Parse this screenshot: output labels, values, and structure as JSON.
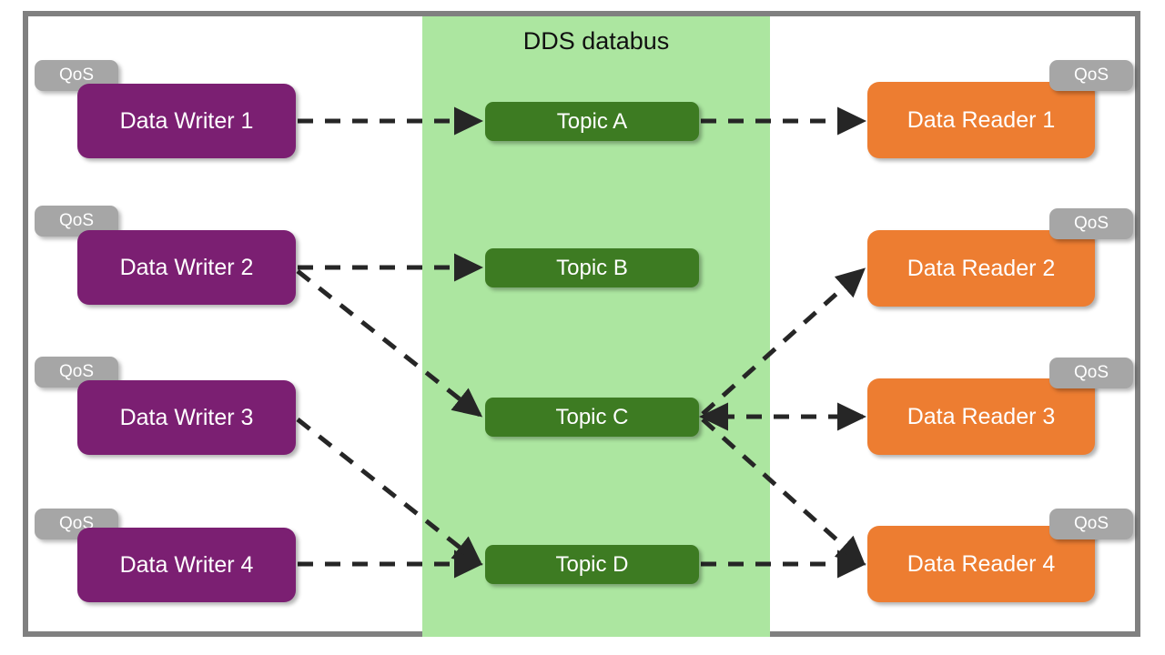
{
  "diagram": {
    "title": "DDS databus",
    "band_color": "#ACE6A0",
    "frame_color": "#808080",
    "writer_color": "#7B1F72",
    "topic_color": "#3D7B22",
    "reader_color": "#ED7D31",
    "qos_color": "#A6A6A6",
    "connector_color": "#262626"
  },
  "qos_label": "QoS",
  "writers": [
    {
      "label": "Data Writer 1",
      "qos": "QoS"
    },
    {
      "label": "Data Writer 2",
      "qos": "QoS"
    },
    {
      "label": "Data Writer 3",
      "qos": "QoS"
    },
    {
      "label": "Data Writer 4",
      "qos": "QoS"
    }
  ],
  "topics": [
    {
      "label": "Topic A"
    },
    {
      "label": "Topic B"
    },
    {
      "label": "Topic C"
    },
    {
      "label": "Topic D"
    }
  ],
  "readers": [
    {
      "label": "Data Reader 1",
      "qos": "QoS"
    },
    {
      "label": "Data Reader 2",
      "qos": "QoS"
    },
    {
      "label": "Data Reader 3",
      "qos": "QoS"
    },
    {
      "label": "Data Reader 4",
      "qos": "QoS"
    }
  ],
  "connections": [
    {
      "from": "Data Writer 1",
      "to": "Topic A",
      "style": "dashed-arrow"
    },
    {
      "from": "Data Writer 2",
      "to": "Topic B",
      "style": "dashed-arrow"
    },
    {
      "from": "Data Writer 2",
      "to": "Topic C",
      "style": "dashed-arrow"
    },
    {
      "from": "Data Writer 3",
      "to": "Topic D",
      "style": "dashed-arrow"
    },
    {
      "from": "Data Writer 4",
      "to": "Topic D",
      "style": "dashed-arrow"
    },
    {
      "from": "Topic A",
      "to": "Data Reader 1",
      "style": "dashed-arrow"
    },
    {
      "from": "Topic C",
      "to": "Data Reader 2",
      "style": "dashed-arrow"
    },
    {
      "from": "Topic C",
      "to": "Data Reader 3",
      "style": "dashed-arrow"
    },
    {
      "from": "Data Reader 3",
      "to": "Topic C",
      "style": "dashed-arrow"
    },
    {
      "from": "Topic C",
      "to": "Data Reader 4",
      "style": "dashed-arrow"
    },
    {
      "from": "Topic D",
      "to": "Data Reader 4",
      "style": "dashed-arrow"
    }
  ]
}
